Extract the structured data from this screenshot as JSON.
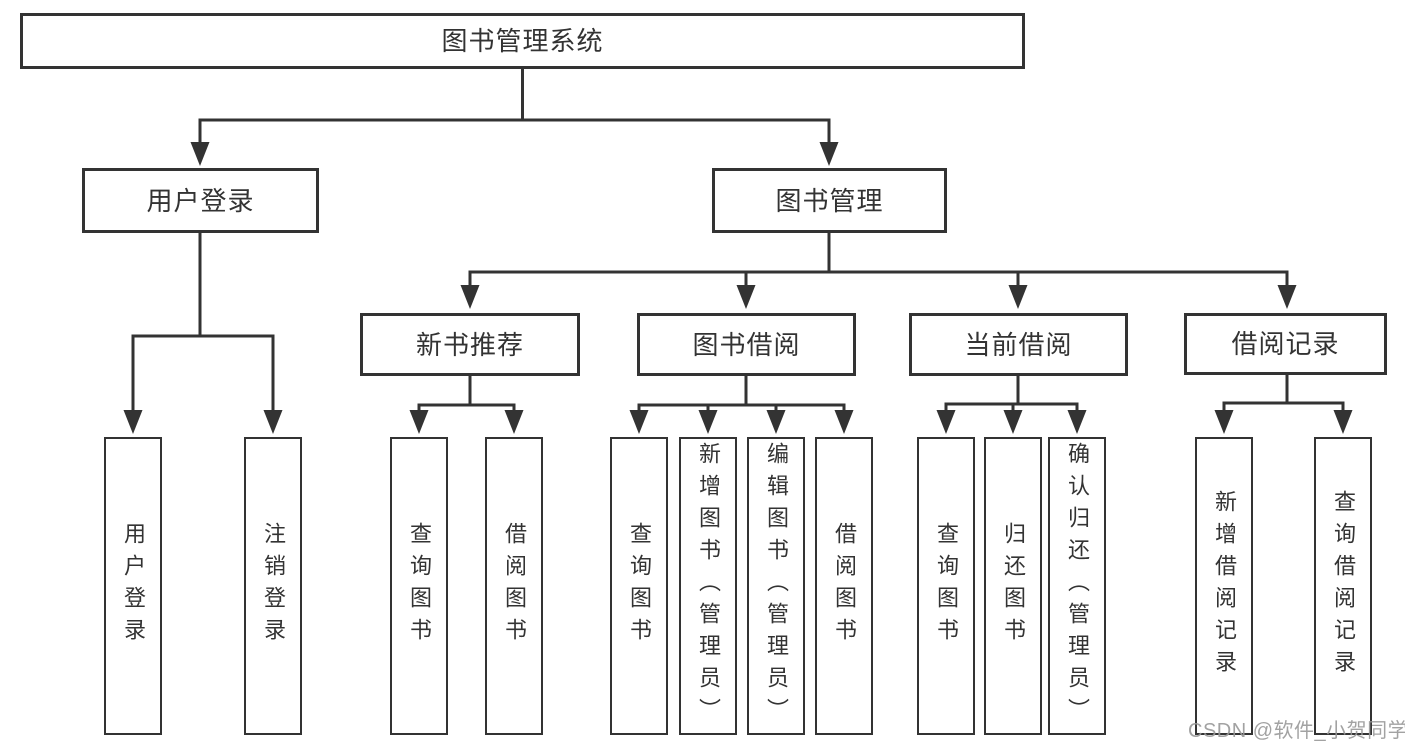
{
  "nodes": {
    "root": "图书管理系统",
    "user_login": "用户登录",
    "book_mgmt": "图书管理",
    "new_books": "新书推荐",
    "book_borrow": "图书借阅",
    "current_borrow": "当前借阅",
    "borrow_records": "借阅记录",
    "leaf_user_login": "用户登录",
    "leaf_logout": "注销登录",
    "leaf_nb_query": "查询图书",
    "leaf_nb_borrow": "借阅图书",
    "leaf_bb_query": "查询图书",
    "leaf_bb_add": "新增图书（管理员）",
    "leaf_bb_edit": "编辑图书（管理员）",
    "leaf_bb_borrow": "借阅图书",
    "leaf_cb_query": "查询图书",
    "leaf_cb_return": "归还图书",
    "leaf_cb_confirm": "确认归还（管理员）",
    "leaf_br_add": "新增借阅记录",
    "leaf_br_query": "查询借阅记录"
  },
  "watermark": "CSDN @软件_小贺同学",
  "colors": {
    "line": "#333333",
    "text": "#333333",
    "watermark_text": "#989898",
    "background": "#ffffff"
  }
}
